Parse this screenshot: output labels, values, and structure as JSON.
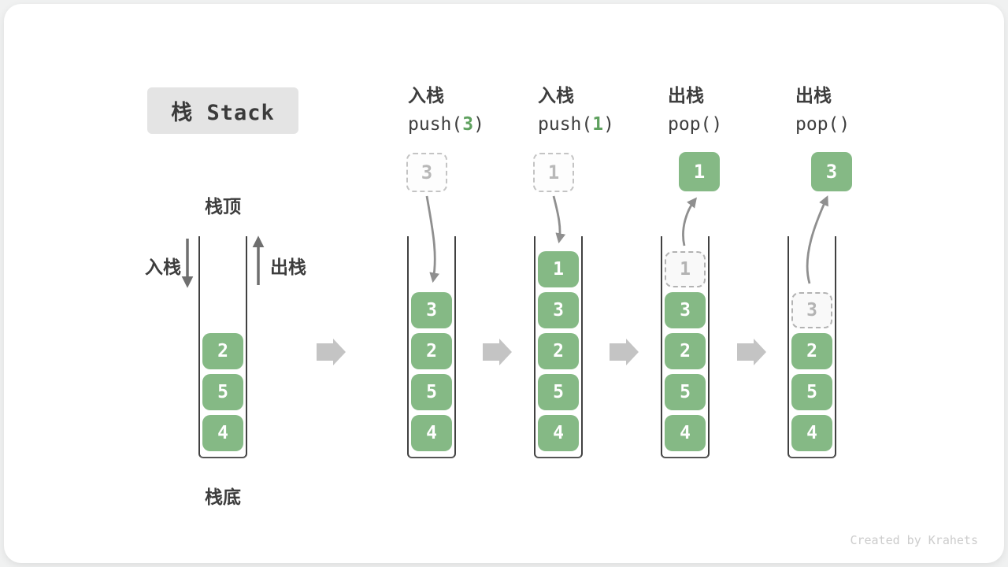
{
  "title": "栈 Stack",
  "watermark": "Created by Krahets",
  "side_labels": {
    "stack_top": "栈顶",
    "stack_bottom": "栈底",
    "push_arrow": "入栈",
    "pop_arrow": "出栈"
  },
  "operations": [
    {
      "name": "入栈",
      "code_pre": "push(",
      "code_arg": "3",
      "code_post": ")"
    },
    {
      "name": "入栈",
      "code_pre": "push(",
      "code_arg": "1",
      "code_post": ")"
    },
    {
      "name": "出栈",
      "code_pre": "pop(",
      "code_arg": "",
      "code_post": ")"
    },
    {
      "name": "出栈",
      "code_pre": "pop(",
      "code_arg": "",
      "code_post": ")"
    }
  ],
  "stacks": [
    {
      "blocks": [
        "2",
        "5",
        "4"
      ]
    },
    {
      "incoming_value": "3",
      "blocks": [
        "3",
        "2",
        "5",
        "4"
      ]
    },
    {
      "incoming_value": "1",
      "blocks": [
        "1",
        "3",
        "2",
        "5",
        "4"
      ]
    },
    {
      "outgoing_value": "1",
      "ghost_value": "1",
      "blocks": [
        "3",
        "2",
        "5",
        "4"
      ]
    },
    {
      "outgoing_value": "3",
      "ghost_value": "3",
      "blocks": [
        "2",
        "5",
        "4"
      ]
    }
  ],
  "colors": {
    "block_green": "#85b985",
    "code_arg_green": "#5fa15f",
    "step_arrow_gray": "#c4c4c4",
    "curve_arrow_gray": "#8f8f8f",
    "title_badge_bg": "#e4e4e4",
    "card_bg": "#ffffff"
  }
}
